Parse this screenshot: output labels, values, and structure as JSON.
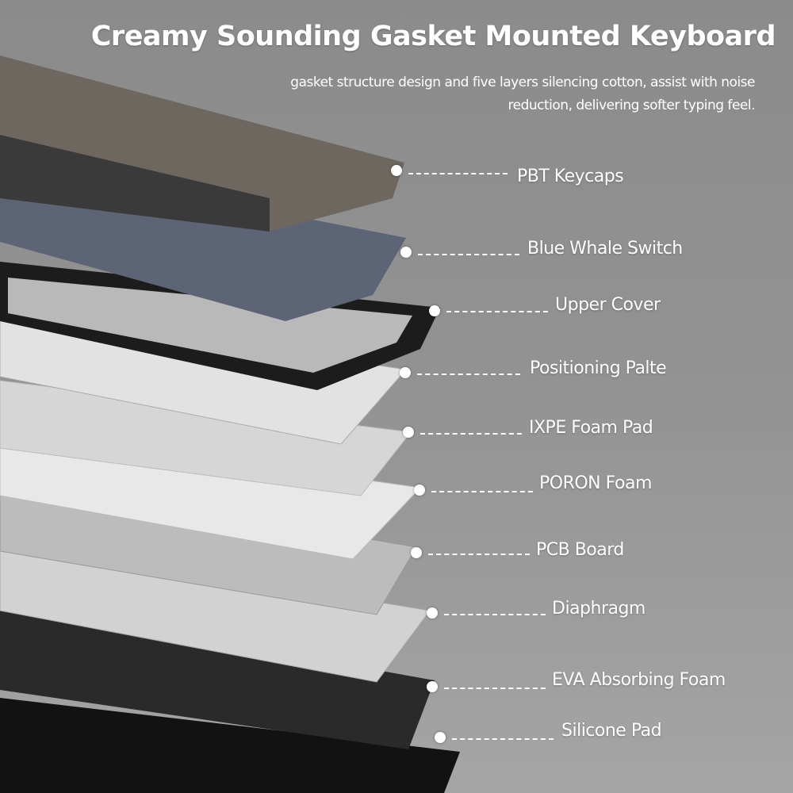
{
  "title": "Creamy Sounding Gasket Mounted Keyboard",
  "subtitle": "gasket structure design and five layers silencing cotton, assist with noise reduction, delivering softer typing feel.",
  "layers": [
    {
      "label": "PBT Keycaps",
      "color": "#6e675f"
    },
    {
      "label": "Blue Whale Switch",
      "color": "#5d6475"
    },
    {
      "label": "Upper Cover",
      "color": "#1c1c1c"
    },
    {
      "label": "Positioning Palte",
      "color": "#e2e2e2"
    },
    {
      "label": "IXPE Foam Pad",
      "color": "#d6d6d6"
    },
    {
      "label": "PORON Foam",
      "color": "#e8e8e8"
    },
    {
      "label": "PCB Board",
      "color": "#bcbcbc"
    },
    {
      "label": "Diaphragm",
      "color": "#d2d2d2"
    },
    {
      "label": "EVA Absorbing Foam",
      "color": "#2a2a2a"
    },
    {
      "label": "Silicone Pad",
      "color": "#121212"
    }
  ]
}
